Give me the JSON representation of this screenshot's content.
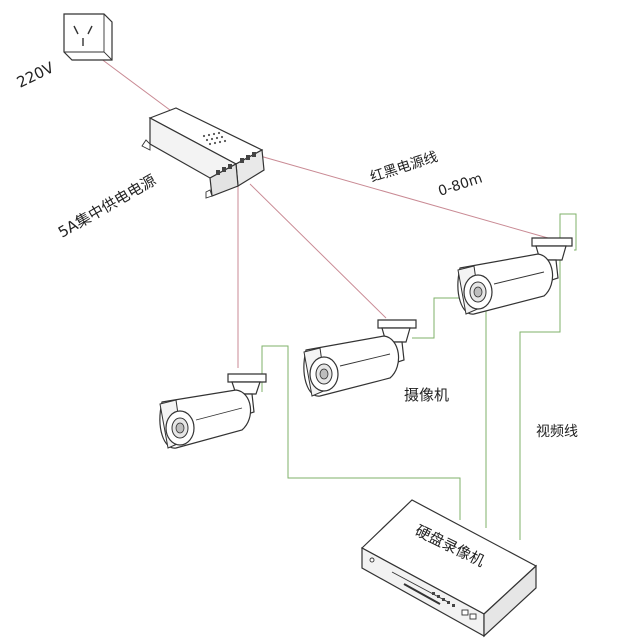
{
  "labels": {
    "voltage": "220V",
    "power_supply": "5A集中供电电源",
    "power_cable": "红黑电源线",
    "distance": "0-80m",
    "camera": "摄像机",
    "video_cable": "视频线",
    "dvr": "硬盘录像机"
  },
  "colors": {
    "power_line": "#c98a94",
    "video_line": "#7fb26a",
    "outline": "#333333"
  },
  "icons": {
    "outlet": "wall-outlet-icon",
    "power_supply": "power-supply-box",
    "camera": "bullet-camera",
    "dvr": "dvr-recorder"
  }
}
